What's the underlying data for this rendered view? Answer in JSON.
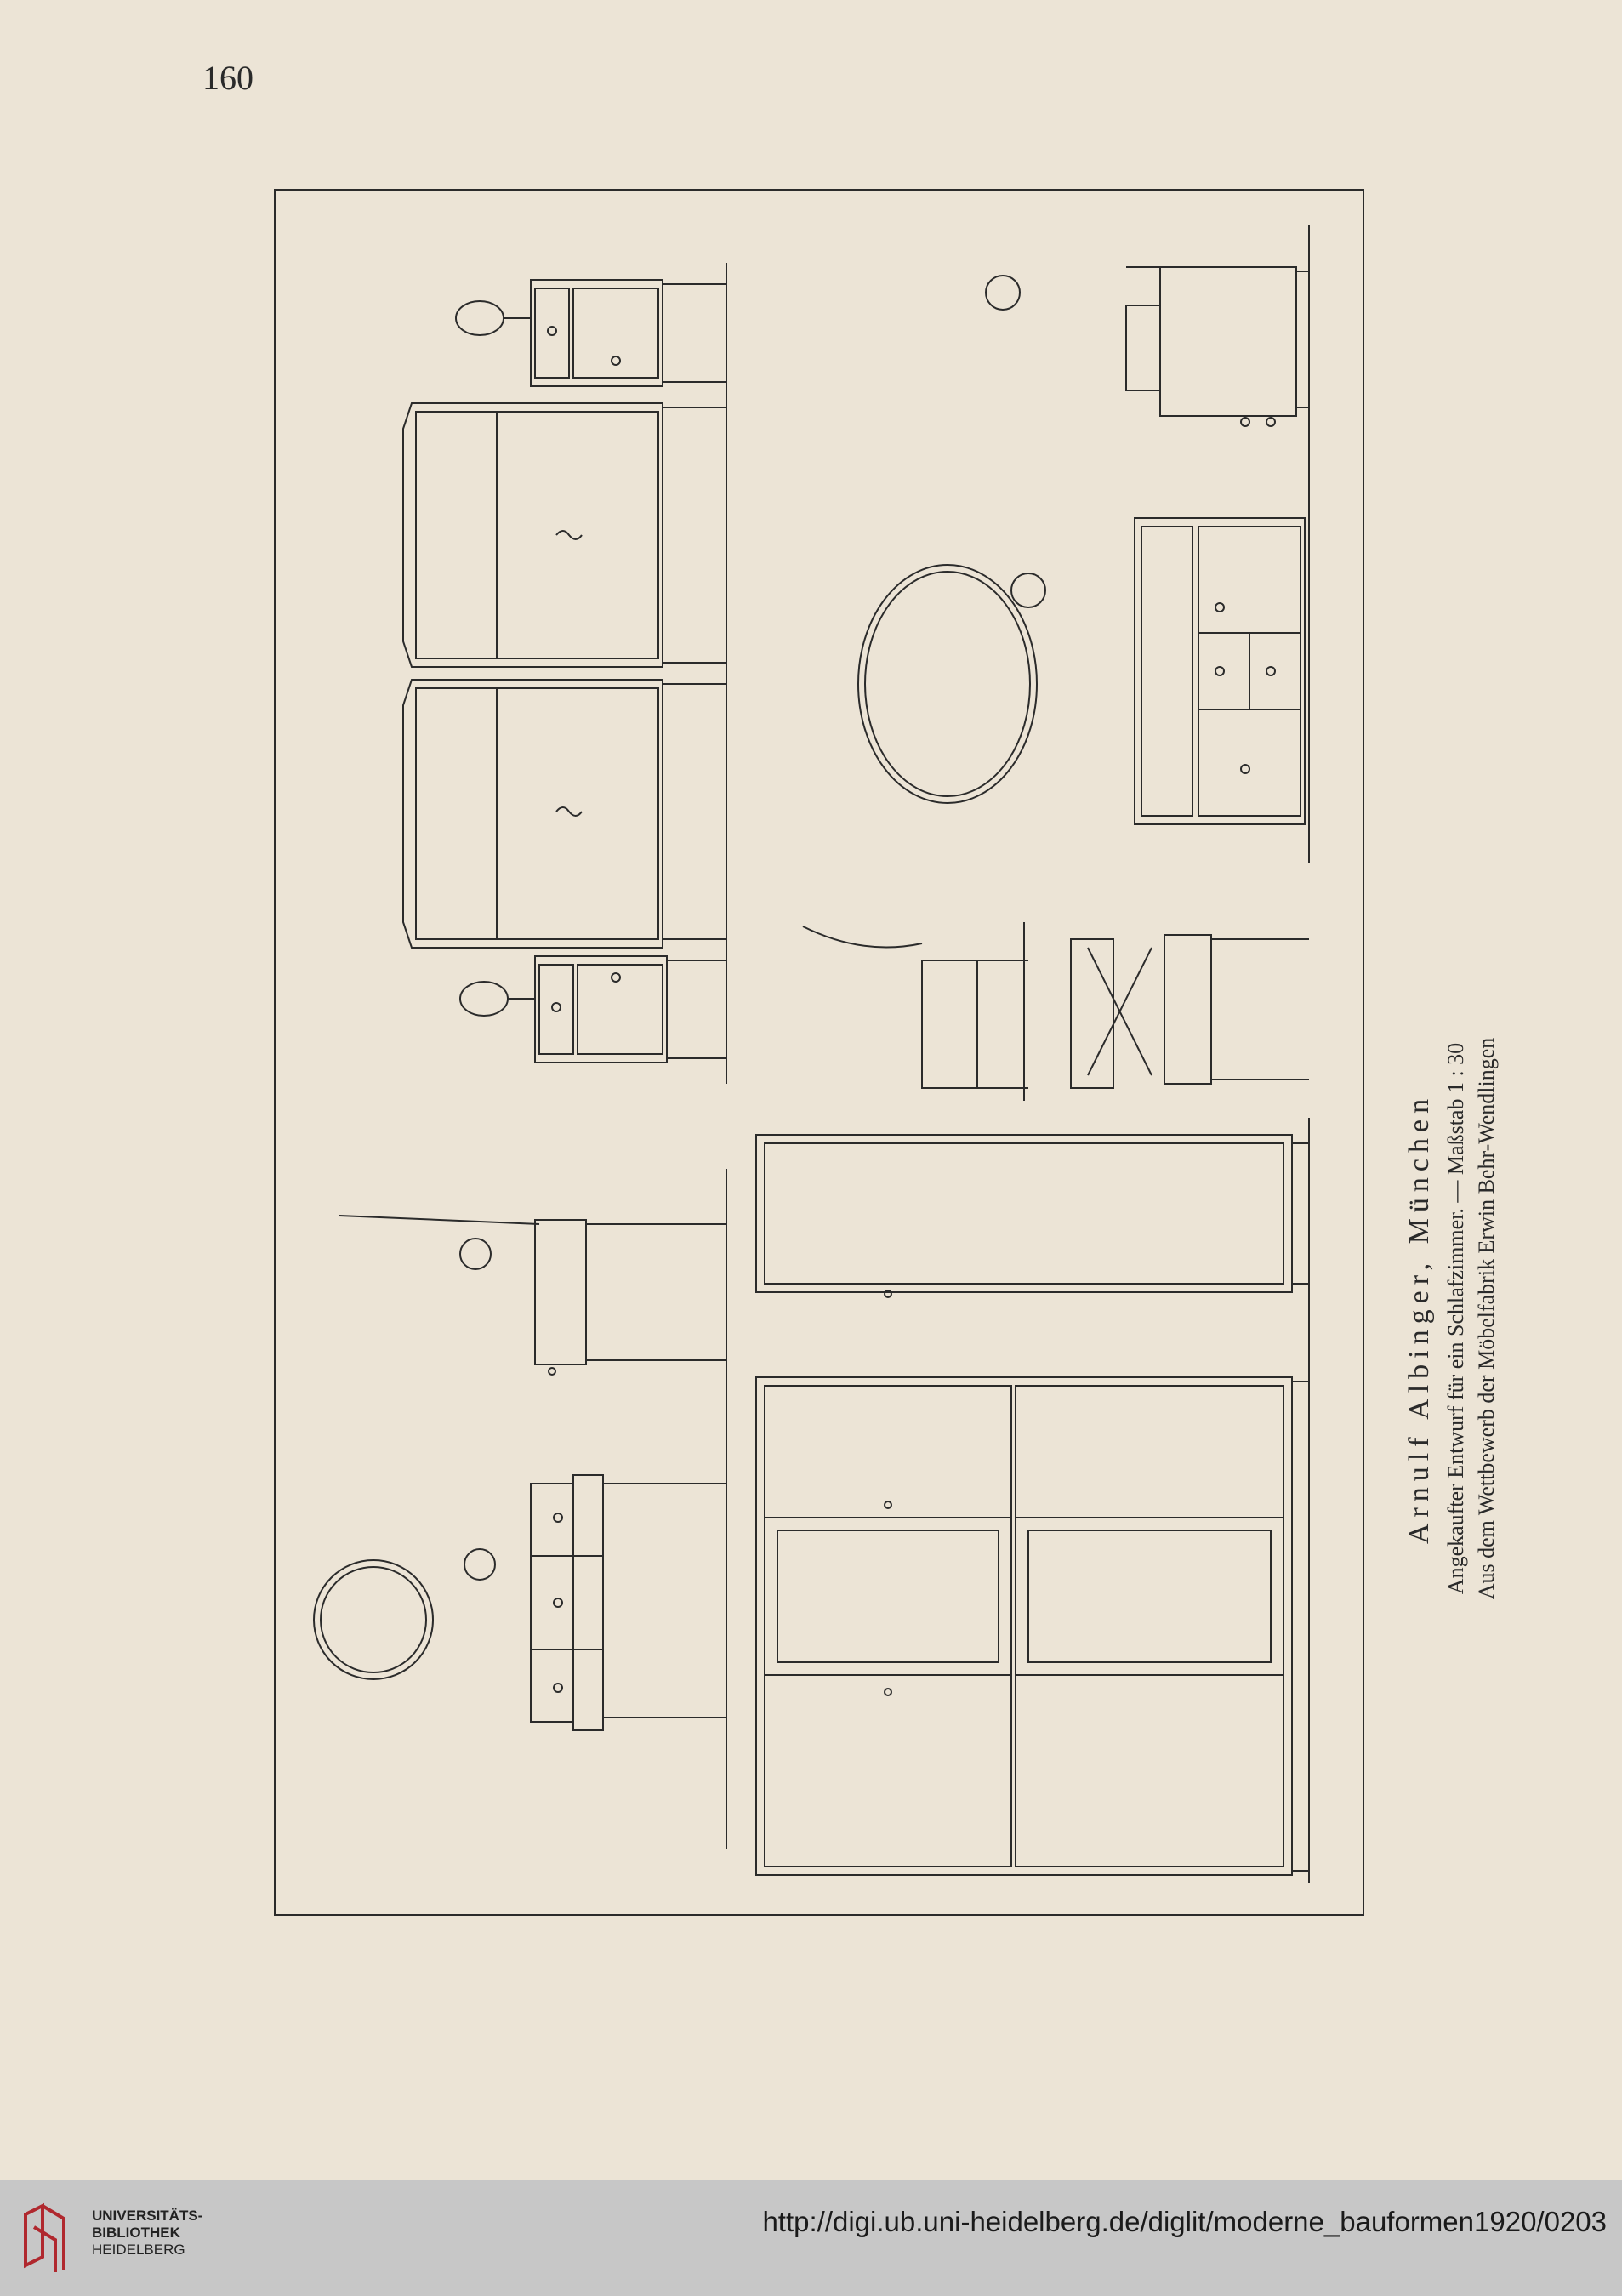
{
  "page": {
    "number": "160"
  },
  "caption": {
    "title": "Arnulf Albinger, München",
    "line2": "Angekaufter Entwurf für ein Schlafzimmer. — Maßstab 1 : 30",
    "line3": "Aus dem Wettbewerb der Möbelfabrik Erwin Behr-Wendlingen"
  },
  "footer": {
    "library_line1": "UNIVERSITÄTS-",
    "library_line2": "BIBLIOTHEK",
    "library_line3": "HEIDELBERG",
    "url": "http://digi.ub.uni-heidelberg.de/diglit/moderne_bauformen1920/0203",
    "logo_icon": "ub-heidelberg-logo-icon",
    "logo_color": "#b0282e"
  },
  "colors": {
    "paper": "#ece4d6",
    "ink": "#2b2b2b",
    "footer_bg": "#c7c7c7"
  }
}
